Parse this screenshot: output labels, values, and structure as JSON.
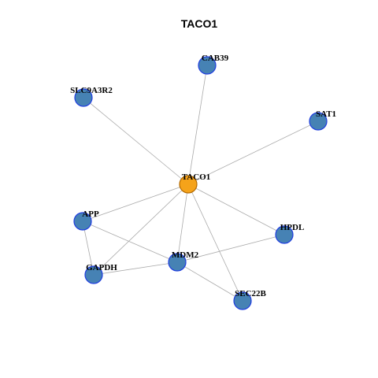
{
  "title": "TACO1",
  "colors": {
    "center_fill": "#F5A31A",
    "center_stroke": "#B36A00",
    "node_fill": "#4682B4",
    "node_stroke": "#1F3DE0",
    "edge": "#AAAAAA"
  },
  "nodes": [
    {
      "id": "TACO1",
      "label": "TACO1",
      "role": "center"
    },
    {
      "id": "CAB39",
      "label": "CAB39",
      "role": "neighbor"
    },
    {
      "id": "SLC9A3R2",
      "label": "SLC9A3R2",
      "role": "neighbor"
    },
    {
      "id": "SAT1",
      "label": "SAT1",
      "role": "neighbor"
    },
    {
      "id": "APP",
      "label": "APP",
      "role": "neighbor"
    },
    {
      "id": "HPDL",
      "label": "HPDL",
      "role": "neighbor"
    },
    {
      "id": "MDM2",
      "label": "MDM2",
      "role": "neighbor"
    },
    {
      "id": "GAPDH",
      "label": "GAPDH",
      "role": "neighbor"
    },
    {
      "id": "SEC22B",
      "label": "SEC22B",
      "role": "neighbor"
    }
  ],
  "edges": [
    [
      "TACO1",
      "CAB39"
    ],
    [
      "TACO1",
      "SLC9A3R2"
    ],
    [
      "TACO1",
      "SAT1"
    ],
    [
      "TACO1",
      "APP"
    ],
    [
      "TACO1",
      "HPDL"
    ],
    [
      "TACO1",
      "MDM2"
    ],
    [
      "TACO1",
      "GAPDH"
    ],
    [
      "TACO1",
      "SEC22B"
    ],
    [
      "APP",
      "GAPDH"
    ],
    [
      "APP",
      "MDM2"
    ],
    [
      "GAPDH",
      "MDM2"
    ],
    [
      "MDM2",
      "HPDL"
    ],
    [
      "MDM2",
      "SEC22B"
    ]
  ]
}
